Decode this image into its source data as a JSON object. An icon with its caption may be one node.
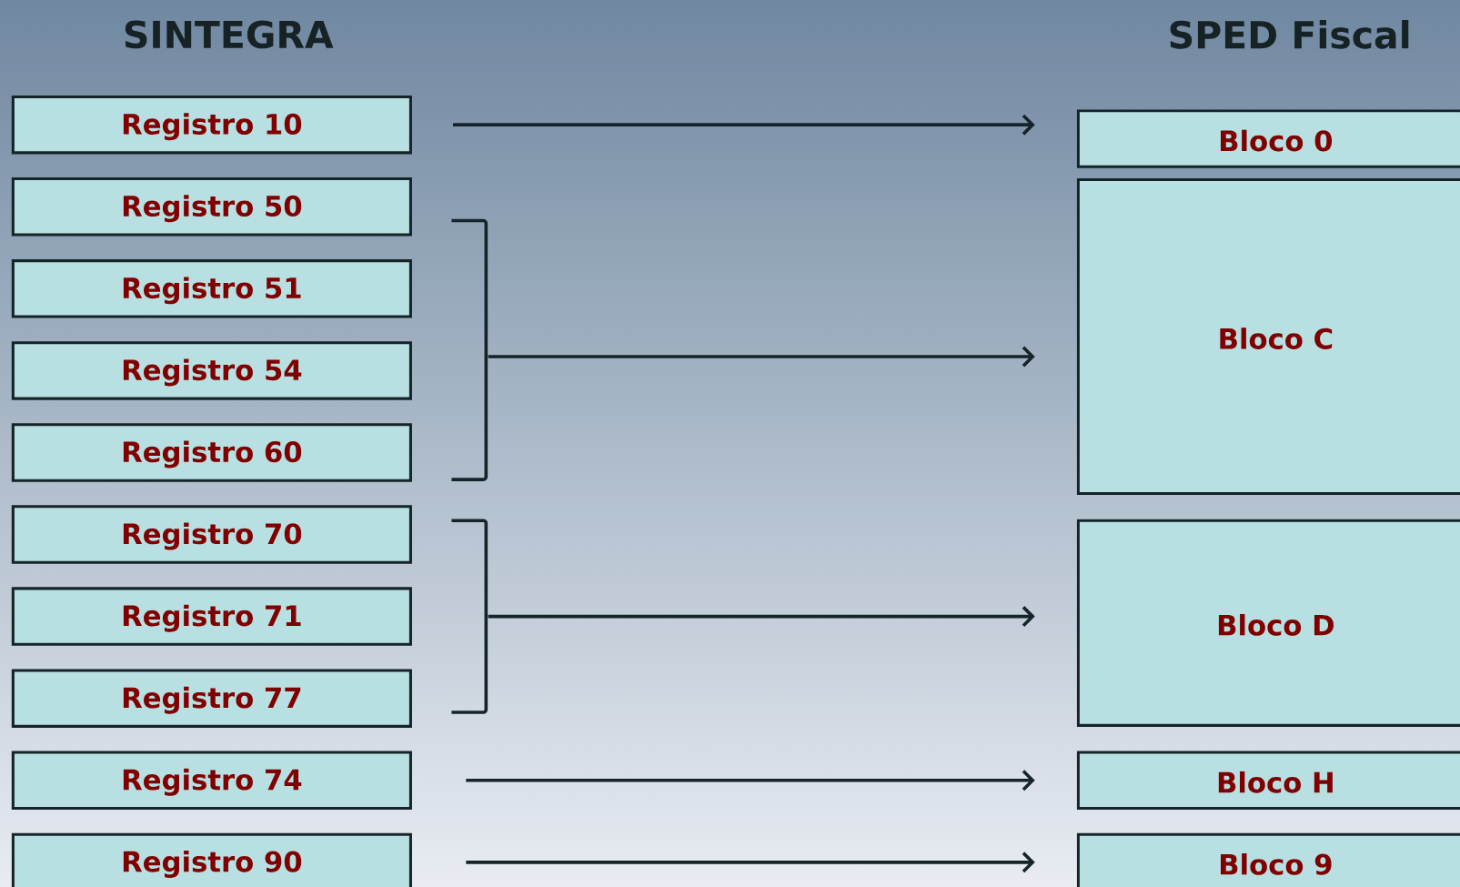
{
  "diagram": {
    "nodes": [
      {
        "text": [
          "Registro 10"
        ]
      },
      {
        "text": [
          "Registro 50"
        ]
      },
      {
        "text": [
          "Registro 51"
        ]
      },
      {
        "text": [
          "Registro 54"
        ]
      },
      {
        "text": [
          "Registro 60"
        ]
      },
      {
        "text": [
          "Registro 70"
        ]
      },
      {
        "text": [
          "Registro 71"
        ]
      },
      {
        "text": [
          "Registro 77"
        ]
      },
      {
        "text": [
          "Registro 74"
        ]
      },
      {
        "text": [
          "Registro 90"
        ]
      },
      {
        "text": [
          "Bloco 0"
        ]
      },
      {
        "text": [
          "Bloco C"
        ]
      },
      {
        "text": [
          "Bloco D"
        ]
      },
      {
        "text": [
          "Bloco H"
        ]
      },
      {
        "text": [
          "Bloco 9"
        ]
      },
      {
        "text": [],
        "shape": "bracket"
      },
      {
        "text": [],
        "shape": "bracket"
      }
    ],
    "edges": [
      {
        "from": 0,
        "to": 10,
        "arrow": "to"
      },
      {
        "from": 15,
        "to": 11,
        "arrow": "to"
      },
      {
        "from": 16,
        "to": 12,
        "arrow": "to"
      },
      {
        "from": 8,
        "to": 13,
        "arrow": "to"
      },
      {
        "from": 9,
        "to": 14,
        "arrow": "to"
      }
    ],
    "labels": [
      "SINTEGRA",
      "SPED Fiscal"
    ]
  }
}
